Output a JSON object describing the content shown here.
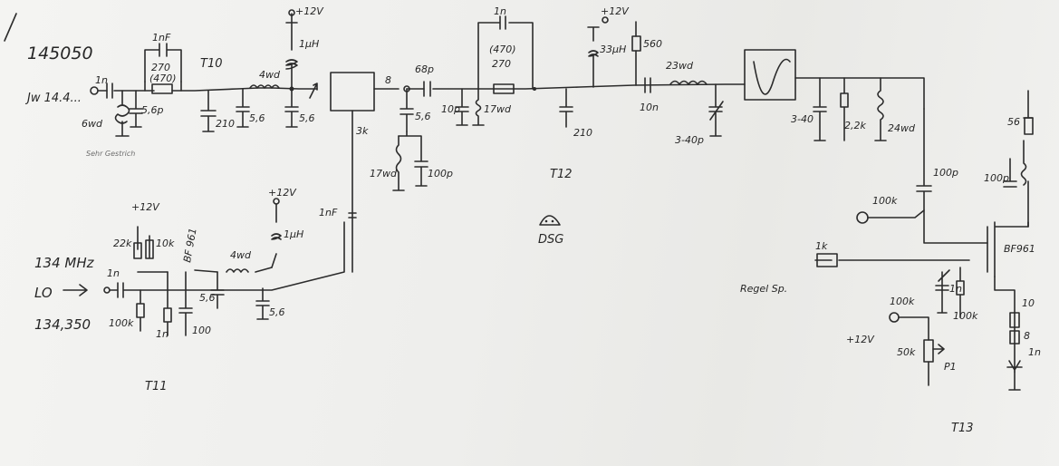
{
  "labels": {
    "freq_top": "145050",
    "freq_note": "Jw 14.4...",
    "t10": "T10",
    "t11": "T11",
    "t12": "T12",
    "t13": "T13",
    "lo_freq1": "134 MHz",
    "lo": "LO",
    "lo_freq2": "134,350",
    "dsg": "DSG",
    "bf961_a": "BF 961",
    "bf961_b": "BF961",
    "regel": "Regel Sp.",
    "p1": "P1",
    "plus12v": "+12V",
    "plus12v_b": "+12V",
    "plus12v_c": "+12V",
    "plus12v_d": "+12V",
    "plus12v_e": "+12V",
    "sw_note": "Sehr Gestrich"
  },
  "components": {
    "in_cap": "1n",
    "c_1nf_top": "1nF",
    "r_270": "270",
    "r_470": "(470)",
    "l_bottom_left": "6wd",
    "c_small_left": "5,6p",
    "c_210": "210",
    "l_4wd": "4wd",
    "c_56_a": "5,6",
    "choke_1uh_a": "1µH",
    "c_56_b": "5,6",
    "block_3k": "3k",
    "node_8": "8",
    "c_68p": "68p",
    "c_56_c": "5,6",
    "l_17wd": "17wd",
    "c_100p_a": "100p",
    "c_1n_top": "1n",
    "r_470_b": "(470)",
    "r_270_b": "270",
    "c_10p": "10p",
    "l_17wd_b": "17wd",
    "c_210_b": "210",
    "choke_33uh": "33µH",
    "r_560": "560",
    "l_23wd": "23wd",
    "c_10n": "10n",
    "c_3_40p": "3-40p",
    "c_3_40_b": "3-40",
    "r_2_2k": "2,2k",
    "l_24wd": "24wd",
    "c_100p_b": "100p",
    "r_100k_a": "100k",
    "r_56": "56",
    "c_100p_c": "100p",
    "c_1nf_mid": "1nF",
    "r_22k": "22k",
    "r_10k": "10k",
    "c_1n_lo": "1n",
    "r_100k_b": "100k",
    "r_1n": "1n",
    "r_100": "100",
    "l_4wd_b": "4wd",
    "c_56_d": "5,6",
    "choke_1uh_b": "1µH",
    "c_56_e": "5,6",
    "r_1k": "1k",
    "c_1n_b": "1n",
    "r_100k_c": "100k",
    "r_100k_d": "100k",
    "r_50k": "50k",
    "c_10": "10",
    "r_8": "8",
    "c_1n_c": "1n"
  }
}
